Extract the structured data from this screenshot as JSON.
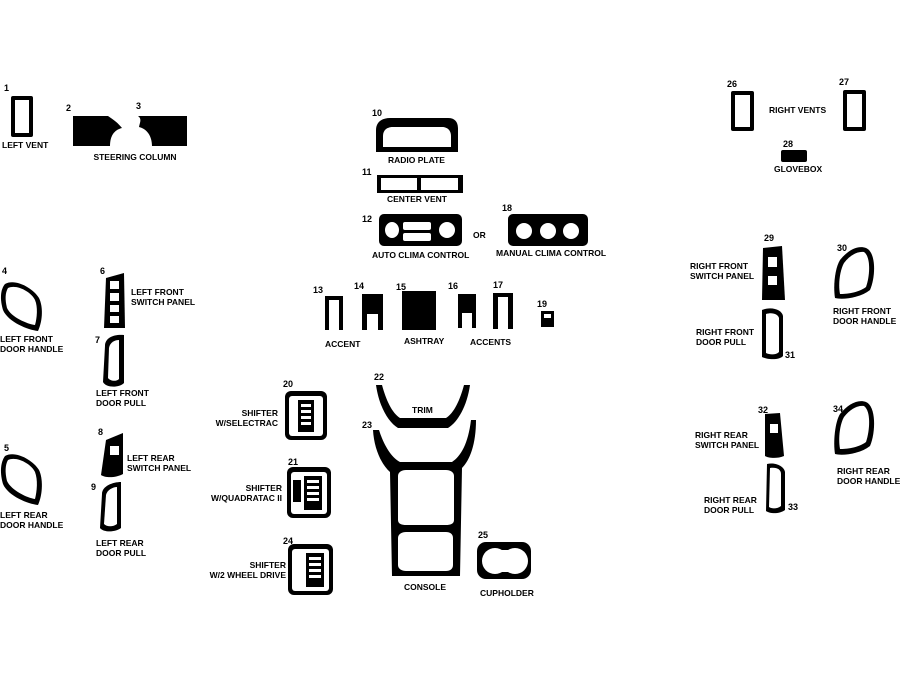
{
  "parts": [
    {
      "num": "1",
      "label": [
        "LEFT VENT"
      ]
    },
    {
      "num": "2",
      "label": []
    },
    {
      "num": "3",
      "label": [
        "STEERING COLUMN"
      ]
    },
    {
      "num": "4",
      "label": [
        "LEFT FRONT",
        "DOOR HANDLE"
      ]
    },
    {
      "num": "5",
      "label": [
        "LEFT REAR",
        "DOOR HANDLE"
      ]
    },
    {
      "num": "6",
      "label": [
        "LEFT FRONT",
        "SWITCH PANEL"
      ]
    },
    {
      "num": "7",
      "label": [
        "LEFT FRONT",
        "DOOR PULL"
      ]
    },
    {
      "num": "8",
      "label": [
        "LEFT REAR",
        "SWITCH PANEL"
      ]
    },
    {
      "num": "9",
      "label": [
        "LEFT REAR",
        "DOOR PULL"
      ]
    },
    {
      "num": "10",
      "label": [
        "RADIO PLATE"
      ]
    },
    {
      "num": "11",
      "label": [
        "CENTER VENT"
      ]
    },
    {
      "num": "12",
      "label": [
        "AUTO CLIMA CONTROL"
      ]
    },
    {
      "num": "13",
      "label": [
        "ACCENT"
      ]
    },
    {
      "num": "14",
      "label": []
    },
    {
      "num": "15",
      "label": [
        "ASHTRAY"
      ]
    },
    {
      "num": "16",
      "label": [
        "ACCENTS"
      ]
    },
    {
      "num": "17",
      "label": []
    },
    {
      "num": "18",
      "label": [
        "MANUAL CLIMA CONTROL"
      ]
    },
    {
      "num": "19",
      "label": []
    },
    {
      "num": "20",
      "label": [
        "SHIFTER",
        "W/SELECTRAC"
      ]
    },
    {
      "num": "21",
      "label": [
        "SHIFTER",
        "W/QUADRATAC II"
      ]
    },
    {
      "num": "22",
      "label": [
        "TRIM"
      ]
    },
    {
      "num": "23",
      "label": [
        "CONSOLE"
      ]
    },
    {
      "num": "24",
      "label": [
        "SHIFTER",
        "W/2 WHEEL DRIVE"
      ]
    },
    {
      "num": "25",
      "label": [
        "CUPHOLDER"
      ]
    },
    {
      "num": "26",
      "label": []
    },
    {
      "num": "27",
      "label": [
        "RIGHT VENTS"
      ]
    },
    {
      "num": "28",
      "label": [
        "GLOVEBOX"
      ]
    },
    {
      "num": "29",
      "label": [
        "RIGHT FRONT",
        "SWITCH PANEL"
      ]
    },
    {
      "num": "30",
      "label": [
        "RIGHT FRONT",
        "DOOR HANDLE"
      ]
    },
    {
      "num": "31",
      "label": [
        "RIGHT FRONT",
        "DOOR PULL"
      ]
    },
    {
      "num": "32",
      "label": [
        "RIGHT REAR",
        "SWITCH PANEL"
      ]
    },
    {
      "num": "33",
      "label": [
        "RIGHT REAR",
        "DOOR PULL"
      ]
    },
    {
      "num": "34",
      "label": [
        "RIGHT REAR",
        "DOOR HANDLE"
      ]
    }
  ],
  "or_text": "OR"
}
